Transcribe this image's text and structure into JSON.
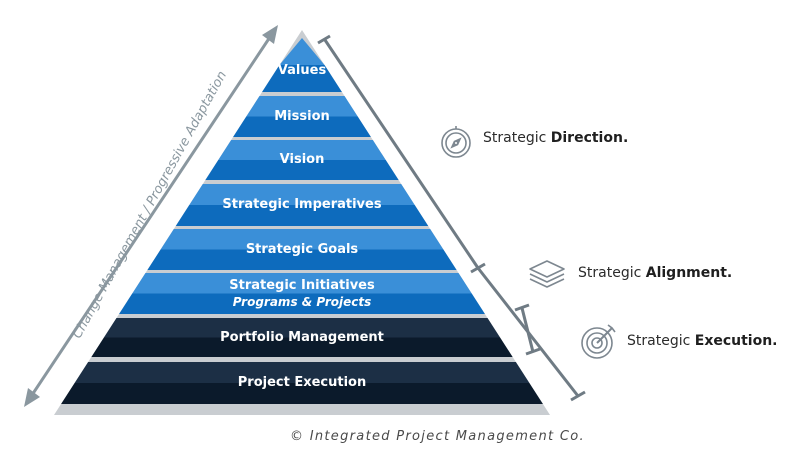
{
  "levels": [
    {
      "label": "Values",
      "sublabel": "",
      "tier": "strategic"
    },
    {
      "label": "Mission",
      "sublabel": "",
      "tier": "strategic"
    },
    {
      "label": "Vision",
      "sublabel": "",
      "tier": "strategic"
    },
    {
      "label": "Strategic Imperatives",
      "sublabel": "",
      "tier": "strategic"
    },
    {
      "label": "Strategic Goals",
      "sublabel": "",
      "tier": "strategic"
    },
    {
      "label": "Strategic Initiatives",
      "sublabel": "Programs & Projects",
      "tier": "strategic"
    },
    {
      "label": "Portfolio Management",
      "sublabel": "",
      "tier": "execution"
    },
    {
      "label": "Project Execution",
      "sublabel": "",
      "tier": "execution"
    }
  ],
  "side_label": "Change Management / Progressive Adaptation",
  "annotations": {
    "direction": {
      "prefix": "Strategic ",
      "bold": "Direction.",
      "icon": "compass-icon"
    },
    "alignment": {
      "prefix": "Strategic ",
      "bold": "Alignment.",
      "icon": "layers-icon"
    },
    "execution": {
      "prefix": "Strategic ",
      "bold": "Execution.",
      "icon": "target-icon"
    }
  },
  "copyright": "© Integrated Project Management Co.",
  "colors": {
    "strategic_light": "#3a8fd8",
    "strategic_dark": "#0d6bbd",
    "execution_light": "#1c2f45",
    "execution_dark": "#0b1a2b",
    "gap": "#c9cdd1",
    "arrow": "#8a979f",
    "bracket": "#6f7b84"
  }
}
